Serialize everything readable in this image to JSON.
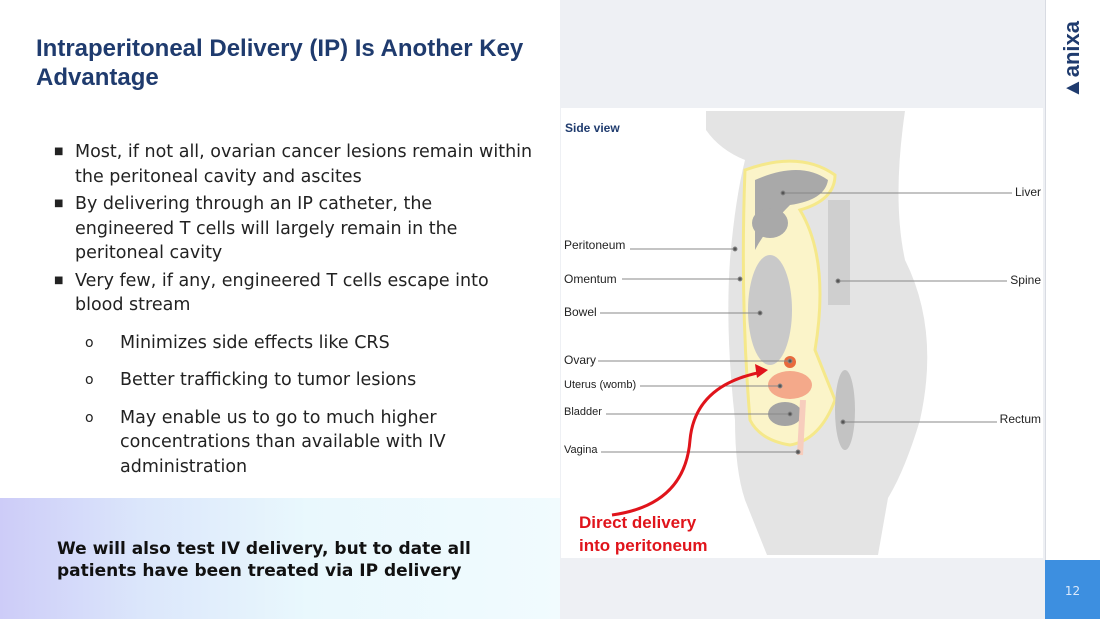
{
  "title": "Intraperitoneal Delivery (IP) Is Another Key Advantage",
  "bullets": [
    {
      "text": "Most, if not all, ovarian cancer lesions remain within the peritoneal cavity and ascites"
    },
    {
      "text": "By delivering through an IP catheter, the engineered T cells will largely remain in the peritoneal cavity"
    },
    {
      "text": "Very few, if any, engineered T cells escape into blood stream",
      "sub": [
        "Minimizes side effects like CRS",
        "Better trafficking to tumor lesions",
        "May enable us to go to much higher concentrations than available with IV administration"
      ]
    }
  ],
  "callout": "We will also test IV delivery, but to date all patients have been treated via IP delivery",
  "figure": {
    "heading": "Side view",
    "labels_left": [
      "Peritoneum",
      "Omentum",
      "Bowel",
      "Ovary",
      "Uterus (womb)",
      "Bladder",
      "Vagina"
    ],
    "labels_right": [
      "Liver",
      "Spine",
      "Rectum"
    ],
    "annotation_line1": "Direct delivery",
    "annotation_line2": "into peritoneum"
  },
  "logo": "anixa",
  "page_number": "12",
  "colors": {
    "title": "#1f3b6e",
    "accent_red": "#e0141b",
    "page_box": "#3d8fe0"
  }
}
